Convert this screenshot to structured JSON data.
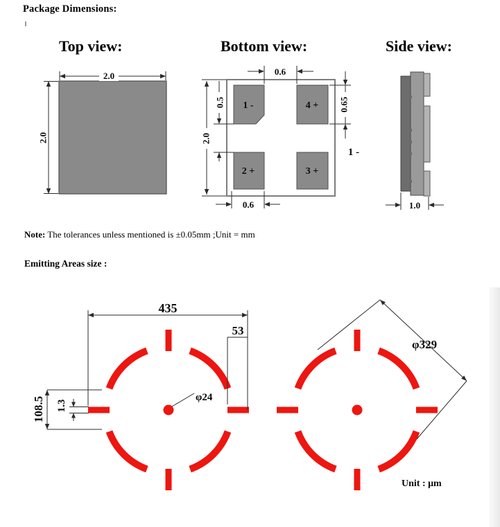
{
  "title": "Package Dimensions:",
  "views": {
    "top": {
      "heading": "Top view:",
      "width": "2.0",
      "height": "2.0"
    },
    "bottom": {
      "heading": "Bottom view:",
      "gap_top": "0.6",
      "pad_height_left": "0.5",
      "total_height": "2.0",
      "pad_height_right": "0.65",
      "pad_width_bottom": "0.6",
      "pin1_side_label": "1 -",
      "pads": [
        {
          "label": "1 -"
        },
        {
          "label": "4 +"
        },
        {
          "label": "2 +"
        },
        {
          "label": "3 +"
        }
      ]
    },
    "side": {
      "heading": "Side view:",
      "thickness": "1.0"
    }
  },
  "note": {
    "label": "Note:",
    "text": " The tolerances unless mentioned is ±0.05mm ;Unit = mm"
  },
  "emitting": {
    "heading": "Emitting Areas size :",
    "left": {
      "width": "435",
      "tick_length": "53",
      "height": "108.5",
      "tick_thickness": "1.3",
      "center_dot": "φ24"
    },
    "right": {
      "diameter": "φ329",
      "unit": "Unit : μm"
    }
  },
  "colors": {
    "red": "#ed1610",
    "orange": "#f0801e",
    "pad_gray": "#8a8a8a"
  }
}
